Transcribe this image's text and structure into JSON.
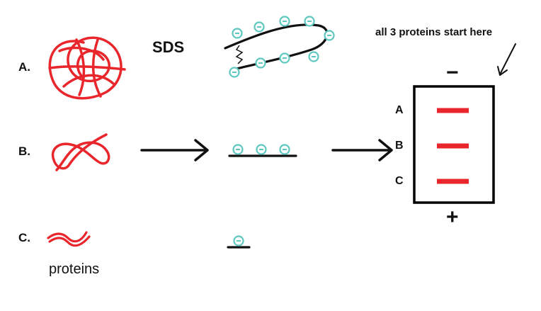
{
  "proteins": [
    {
      "label": "A.",
      "shape": "globular-tangle"
    },
    {
      "label": "B.",
      "shape": "knot"
    },
    {
      "label": "C.",
      "shape": "short-wave"
    }
  ],
  "reagent_label": "SDS",
  "proteins_caption": "proteins",
  "charge_symbol": "⊖",
  "gel": {
    "caption": "all 3 proteins start here",
    "top_sign": "−",
    "bottom_sign": "+",
    "lanes": [
      "A",
      "B",
      "C"
    ],
    "band_color": "#e8262b",
    "outline_color": "#000000"
  },
  "colors": {
    "protein": "#e8262b",
    "charge": "#5ec8c0",
    "line": "#111111"
  },
  "icons": [
    "right-arrow-icon",
    "pointer-arrow-icon",
    "charge-icon"
  ]
}
